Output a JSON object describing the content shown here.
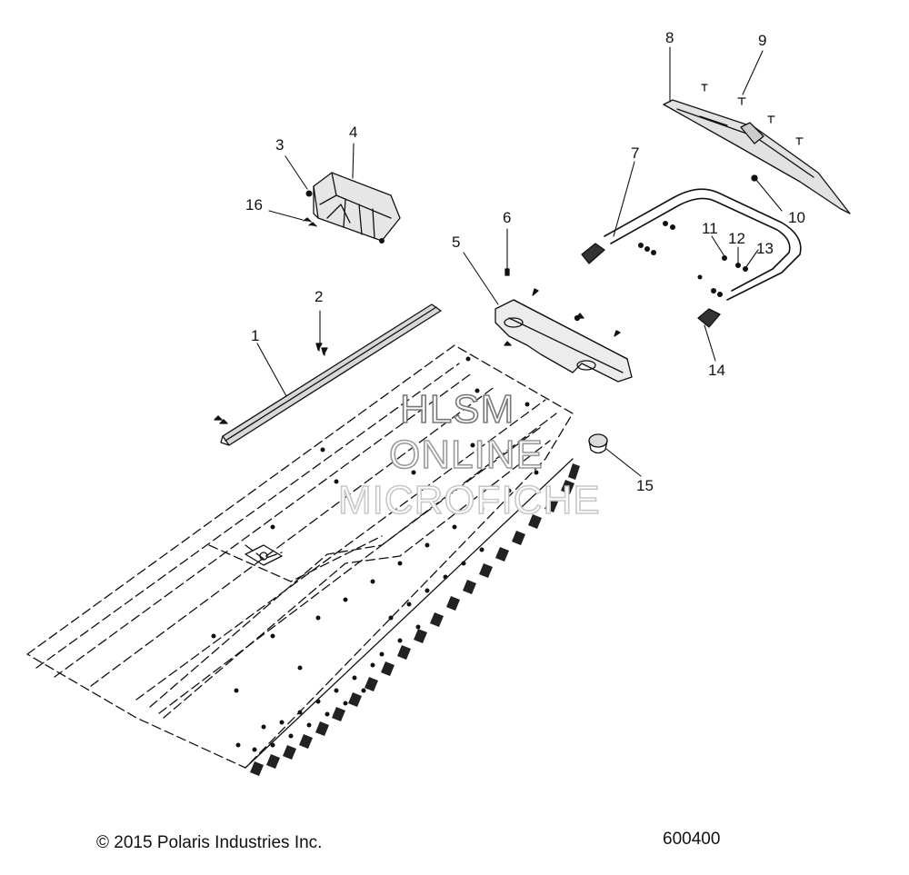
{
  "callouts": {
    "c1": "1",
    "c2": "2",
    "c3": "3",
    "c4": "4",
    "c5": "5",
    "c6": "6",
    "c7": "7",
    "c8": "8",
    "c9": "9",
    "c10": "10",
    "c11": "11",
    "c12": "12",
    "c13": "13",
    "c14": "14",
    "c15": "15",
    "c16": "16"
  },
  "watermark": {
    "line1": "HLSM",
    "line2": "ONLINE",
    "line3": "MICROFICHE"
  },
  "footer": {
    "copyright": "© 2015 Polaris Industries Inc.",
    "diagram_number": "600400"
  }
}
